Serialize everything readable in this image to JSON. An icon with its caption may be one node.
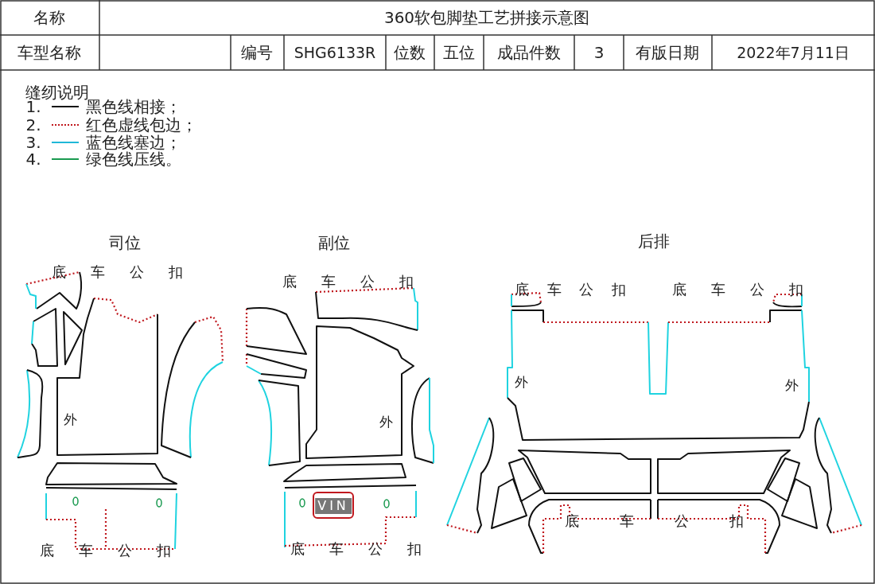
{
  "diagram": {
    "labels": [
      "名称",
      "360软包脚垫工艺拼接示意图",
      "车型名称",
      "编号",
      "SHG6133R",
      "位数",
      "五位",
      "成品件数",
      "3",
      "有版日期",
      "2022年7月11日",
      "缝纫说明",
      "1.",
      "2.",
      "3.",
      "4.",
      "司位",
      "副位",
      "后排",
      "底车公扣",
      "外",
      "底车公扣",
      "底车公扣",
      "外",
      "VIN",
      "底车公扣",
      "底车公扣",
      "底车公扣",
      "外",
      "外",
      "底车公扣"
    ],
    "legend": [
      {
        "text": "黑色线相接；"
      },
      {
        "text": "红色虚线包边；"
      },
      {
        "text": "蓝色线塞边；"
      },
      {
        "text": "绿色线压线。"
      }
    ]
  }
}
